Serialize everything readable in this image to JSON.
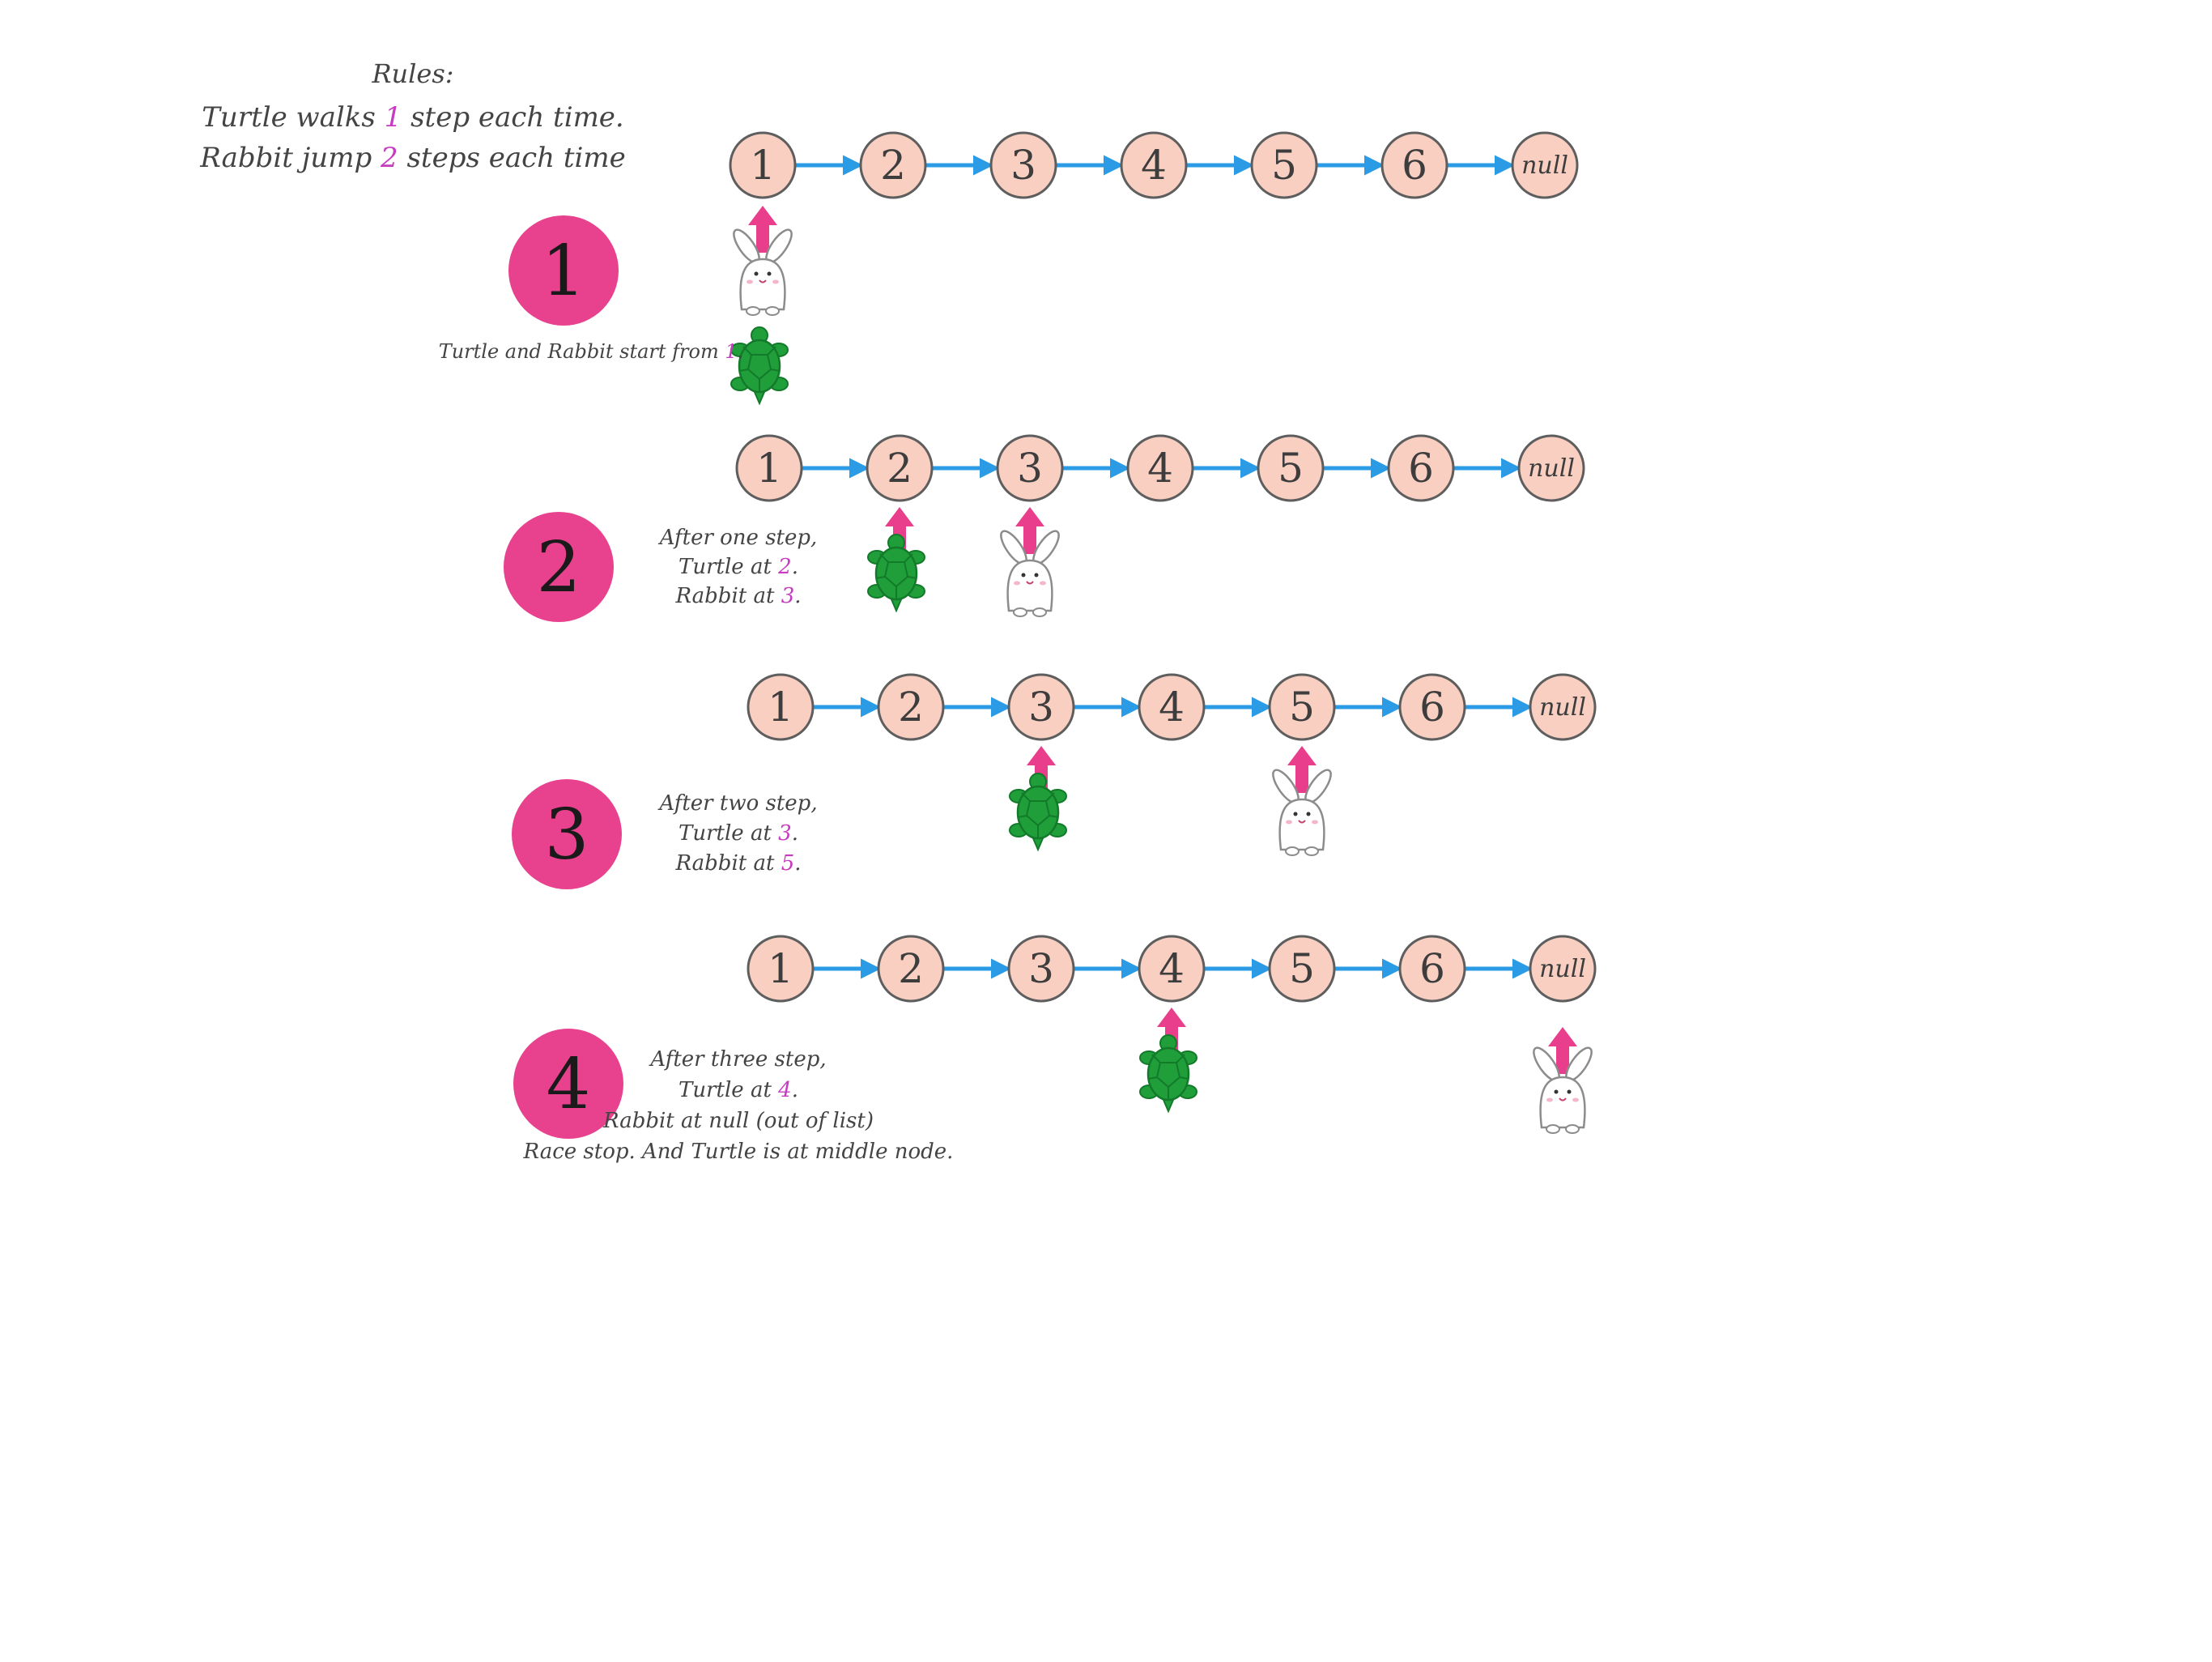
{
  "colors": {
    "node_fill": "#f9cfc1",
    "node_stroke": "#5e5e5e",
    "link_arrow": "#2b9be6",
    "pointer_arrow": "#e83e8c",
    "step_badge": "#e8428e",
    "highlight_text": "#c73bc0",
    "text": "#444444",
    "turtle": "#1f9e3a",
    "rabbit_outline": "#8c8c8c"
  },
  "icons": {
    "turtle": "turtle-icon",
    "rabbit": "rabbit-icon",
    "pointer": "up-arrow-icon"
  },
  "rules": {
    "title": "Rules:",
    "line1": [
      {
        "text": "Turtle walks ",
        "hl": false
      },
      {
        "text": "1",
        "hl": true
      },
      {
        "text": " step each time.",
        "hl": false
      }
    ],
    "line2": [
      {
        "text": "Rabbit jump ",
        "hl": false
      },
      {
        "text": "2",
        "hl": true
      },
      {
        "text": " steps each time",
        "hl": false
      }
    ]
  },
  "steps": [
    {
      "badge": "1",
      "nodes": [
        "1",
        "2",
        "3",
        "4",
        "5",
        "6",
        "null"
      ],
      "turtle_node": 0,
      "rabbit_node": 0,
      "caption": [
        [
          {
            "text": "Turtle and Rabbit start from ",
            "hl": false
          },
          {
            "text": "1",
            "hl": true
          },
          {
            "text": ".",
            "hl": false
          }
        ]
      ]
    },
    {
      "badge": "2",
      "nodes": [
        "1",
        "2",
        "3",
        "4",
        "5",
        "6",
        "null"
      ],
      "turtle_node": 1,
      "rabbit_node": 2,
      "caption": [
        [
          {
            "text": "After one step,",
            "hl": false
          }
        ],
        [
          {
            "text": "Turtle at ",
            "hl": false
          },
          {
            "text": "2",
            "hl": true
          },
          {
            "text": ".",
            "hl": false
          }
        ],
        [
          {
            "text": "Rabbit at ",
            "hl": false
          },
          {
            "text": "3",
            "hl": true
          },
          {
            "text": ".",
            "hl": false
          }
        ]
      ]
    },
    {
      "badge": "3",
      "nodes": [
        "1",
        "2",
        "3",
        "4",
        "5",
        "6",
        "null"
      ],
      "turtle_node": 2,
      "rabbit_node": 4,
      "caption": [
        [
          {
            "text": "After two step,",
            "hl": false
          }
        ],
        [
          {
            "text": "Turtle at ",
            "hl": false
          },
          {
            "text": "3",
            "hl": true
          },
          {
            "text": ".",
            "hl": false
          }
        ],
        [
          {
            "text": "Rabbit at ",
            "hl": false
          },
          {
            "text": "5",
            "hl": true
          },
          {
            "text": ".",
            "hl": false
          }
        ]
      ]
    },
    {
      "badge": "4",
      "nodes": [
        "1",
        "2",
        "3",
        "4",
        "5",
        "6",
        "null"
      ],
      "turtle_node": 3,
      "rabbit_node": 6,
      "caption": [
        [
          {
            "text": "After three step,",
            "hl": false
          }
        ],
        [
          {
            "text": "Turtle at ",
            "hl": false
          },
          {
            "text": "4",
            "hl": true
          },
          {
            "text": ".",
            "hl": false
          }
        ],
        [
          {
            "text": "Rabbit at null (out of list)",
            "hl": false
          }
        ],
        [
          {
            "text": "Race stop. And Turtle is at middle node.",
            "hl": false
          }
        ]
      ]
    }
  ]
}
